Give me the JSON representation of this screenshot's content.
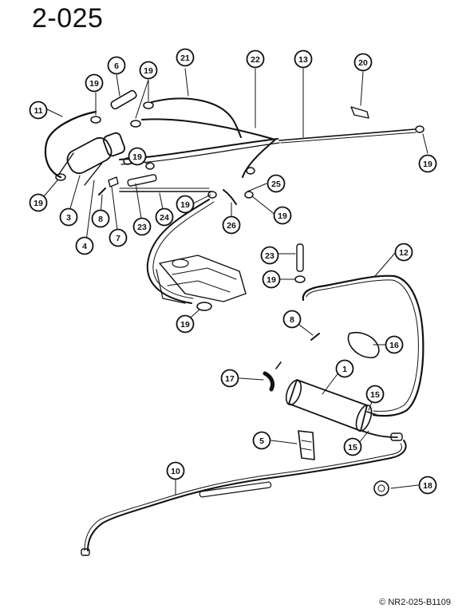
{
  "header": {
    "title": "2-025"
  },
  "footer": {
    "copyright": "© NR2-025-B1109"
  },
  "callouts": [
    {
      "id": "c-11",
      "label": "11"
    },
    {
      "id": "c-6",
      "label": "6"
    },
    {
      "id": "c-19a",
      "label": "19"
    },
    {
      "id": "c-19b",
      "label": "19"
    },
    {
      "id": "c-21",
      "label": "21"
    },
    {
      "id": "c-22",
      "label": "22"
    },
    {
      "id": "c-13",
      "label": "13"
    },
    {
      "id": "c-20",
      "label": "20"
    },
    {
      "id": "c-19c",
      "label": "19"
    },
    {
      "id": "c-19d",
      "label": "19"
    },
    {
      "id": "c-3",
      "label": "3"
    },
    {
      "id": "c-8a",
      "label": "8"
    },
    {
      "id": "c-4",
      "label": "4"
    },
    {
      "id": "c-7",
      "label": "7"
    },
    {
      "id": "c-23a",
      "label": "23"
    },
    {
      "id": "c-24",
      "label": "24"
    },
    {
      "id": "c-19e",
      "label": "19"
    },
    {
      "id": "c-25",
      "label": "25"
    },
    {
      "id": "c-26",
      "label": "26"
    },
    {
      "id": "c-19f",
      "label": "19"
    },
    {
      "id": "c-19g",
      "label": "19"
    },
    {
      "id": "c-23b",
      "label": "23"
    },
    {
      "id": "c-19h",
      "label": "19"
    },
    {
      "id": "c-12",
      "label": "12"
    },
    {
      "id": "c-19i",
      "label": "19"
    },
    {
      "id": "c-8b",
      "label": "8"
    },
    {
      "id": "c-16",
      "label": "16"
    },
    {
      "id": "c-1",
      "label": "1"
    },
    {
      "id": "c-17",
      "label": "17"
    },
    {
      "id": "c-15a",
      "label": "15"
    },
    {
      "id": "c-15b",
      "label": "15"
    },
    {
      "id": "c-5",
      "label": "5"
    },
    {
      "id": "c-10",
      "label": "10"
    },
    {
      "id": "c-18",
      "label": "18"
    }
  ]
}
